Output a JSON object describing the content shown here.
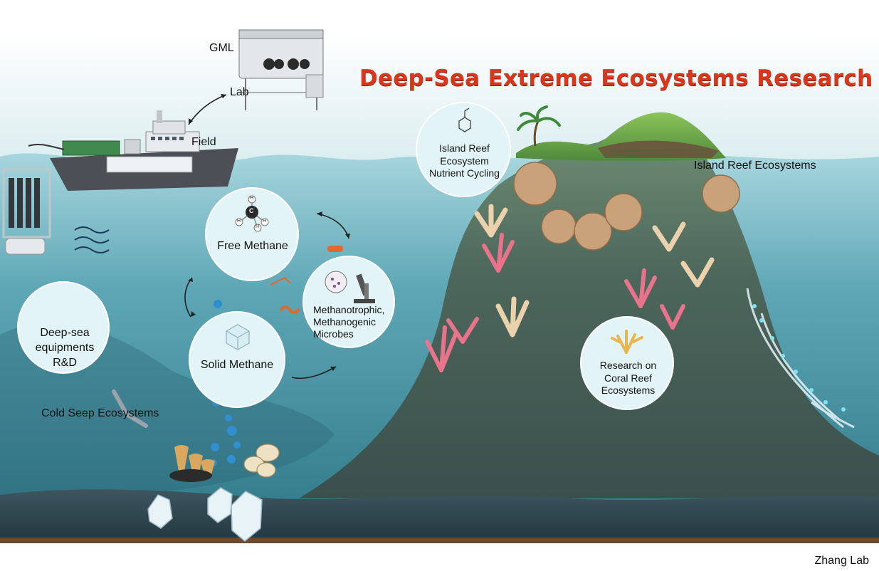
{
  "title": "Deep-Sea Extreme Ecosystems Research",
  "labels": {
    "gml": "GML",
    "lab": "Lab",
    "field": "Field",
    "cold_seep": "Cold Seep Ecosystems",
    "island_reef": "Island Reef Ecosystems"
  },
  "bubbles": {
    "free_methane": "Free Methane",
    "solid_methane": "Solid Methane",
    "microbes": [
      "Methanotrophic,",
      "Methanogenic",
      "Microbes"
    ],
    "deep_sea": [
      "Deep-sea",
      "equipments",
      "R&D"
    ],
    "nutrient": [
      "Island Reef",
      "Ecosystem",
      "Nutrient Cycling"
    ],
    "coral": [
      "Research on",
      "Coral Reef",
      "Ecosystems"
    ]
  },
  "molecule": {
    "center": "C",
    "hydrogen": "H"
  },
  "footer": "Zhang Lab",
  "colors": {
    "title": "#d9361c",
    "sea_top": "#7fbfcc",
    "sea_deep": "#2f7f92",
    "seamount": "#4f6a5f",
    "coral_pink": "#e8738a",
    "coral_beige": "#ecd1ad",
    "bubble_fill": "#e0f4f7"
  },
  "icons": [
    "ship-icon",
    "glovebox-icon",
    "ctd-rosette-icon",
    "robot-arm-icon",
    "microscope-icon",
    "ice-crystal-icon",
    "coral-icon",
    "palm-tree-icon"
  ]
}
